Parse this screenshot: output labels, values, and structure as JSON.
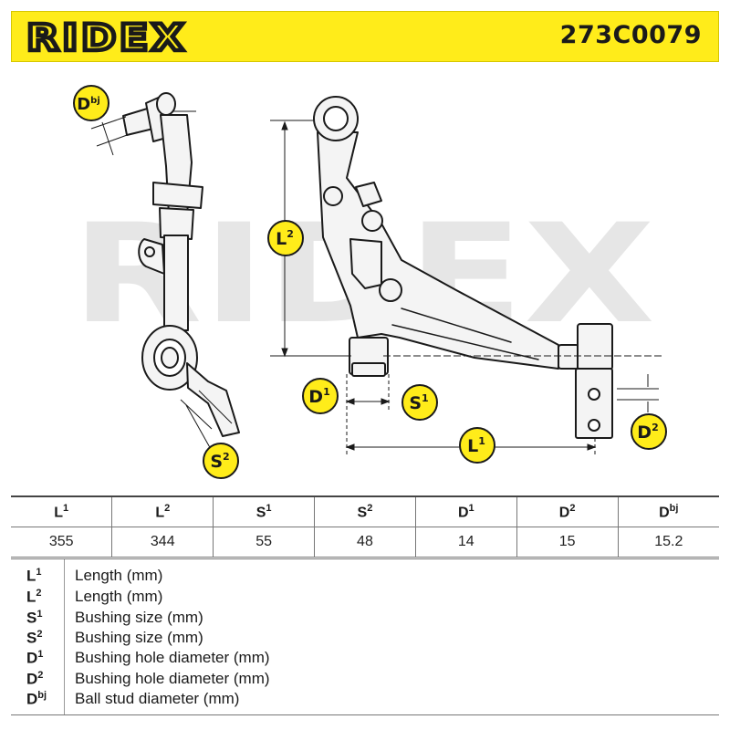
{
  "header": {
    "brand": "RIDEX",
    "part_number": "273C0079",
    "background_color": "#ffec1a"
  },
  "diagram": {
    "watermark": "RIDEX",
    "labels": {
      "dbj": {
        "base": "D",
        "sup": "bj"
      },
      "l2": {
        "base": "L",
        "sup": "2"
      },
      "d1": {
        "base": "D",
        "sup": "1"
      },
      "s1": {
        "base": "S",
        "sup": "1"
      },
      "s2": {
        "base": "S",
        "sup": "2"
      },
      "l1": {
        "base": "L",
        "sup": "1"
      },
      "d2": {
        "base": "D",
        "sup": "2"
      }
    },
    "badge_color": "#ffec1a"
  },
  "specs": {
    "columns": [
      {
        "base": "L",
        "sup": "1",
        "value": "355"
      },
      {
        "base": "L",
        "sup": "2",
        "value": "344"
      },
      {
        "base": "S",
        "sup": "1",
        "value": "55"
      },
      {
        "base": "S",
        "sup": "2",
        "value": "48"
      },
      {
        "base": "D",
        "sup": "1",
        "value": "14"
      },
      {
        "base": "D",
        "sup": "2",
        "value": "15"
      },
      {
        "base": "D",
        "sup": "bj",
        "value": "15.2"
      }
    ]
  },
  "legend": {
    "rows": [
      {
        "base": "L",
        "sup": "1",
        "desc": "Length (mm)"
      },
      {
        "base": "L",
        "sup": "2",
        "desc": "Length (mm)"
      },
      {
        "base": "S",
        "sup": "1",
        "desc": "Bushing size (mm)"
      },
      {
        "base": "S",
        "sup": "2",
        "desc": "Bushing size (mm)"
      },
      {
        "base": "D",
        "sup": "1",
        "desc": "Bushing hole diameter (mm)"
      },
      {
        "base": "D",
        "sup": "2",
        "desc": "Bushing hole diameter (mm)"
      },
      {
        "base": "D",
        "sup": "bj",
        "desc": "Ball stud diameter (mm)"
      }
    ]
  }
}
